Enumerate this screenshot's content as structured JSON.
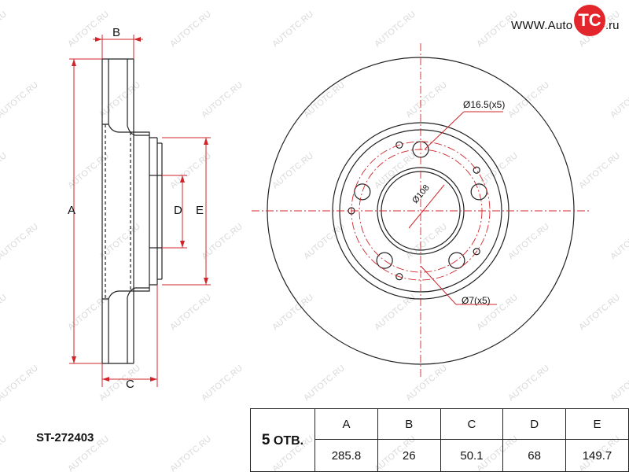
{
  "logo": {
    "prefix": "WWW.Auto",
    "mark": "TC",
    "suffix": ".ru",
    "brand_color": "#e3262b"
  },
  "watermark_text": "AUTOTC.RU",
  "section_labels": {
    "a": "A",
    "b": "B",
    "c": "C",
    "d": "D",
    "e": "E"
  },
  "front_view": {
    "bolt_hole_note": "Ø16.5(x5)",
    "pcd_note": "Ø108",
    "small_hole_note": "Ø7(x5)"
  },
  "part_number": "ST-272403",
  "spec_table": {
    "holes_number": "5",
    "holes_unit": "ОТВ.",
    "headers": [
      "A",
      "B",
      "C",
      "D",
      "E"
    ],
    "values": [
      "285.8",
      "26",
      "50.1",
      "68",
      "149.7"
    ]
  },
  "colors": {
    "dimension_lines": "#d0262b",
    "drawing_lines": "#222222",
    "watermark": "#d9d9d9"
  }
}
